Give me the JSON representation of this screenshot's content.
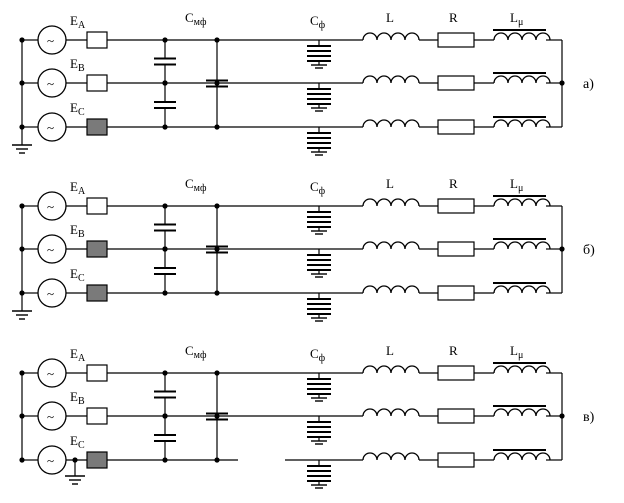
{
  "diagrams": [
    {
      "label": "а)",
      "sources": [
        {
          "base": "E",
          "sub": "A",
          "switch": "open"
        },
        {
          "base": "E",
          "sub": "B",
          "switch": "open"
        },
        {
          "base": "E",
          "sub": "C",
          "switch": "closed"
        }
      ],
      "neutral": "grounded-bus",
      "broken_phase": null
    },
    {
      "label": "б)",
      "sources": [
        {
          "base": "E",
          "sub": "A",
          "switch": "open"
        },
        {
          "base": "E",
          "sub": "B",
          "switch": "closed"
        },
        {
          "base": "E",
          "sub": "C",
          "switch": "closed"
        }
      ],
      "neutral": "grounded-bus",
      "broken_phase": null
    },
    {
      "label": "в)",
      "sources": [
        {
          "base": "E",
          "sub": "A",
          "switch": "open"
        },
        {
          "base": "E",
          "sub": "B",
          "switch": "open"
        },
        {
          "base": "E",
          "sub": "C",
          "switch": "closed"
        }
      ],
      "neutral": "phase-c-grounded",
      "broken_phase": "C"
    }
  ],
  "components": {
    "cmf": {
      "base": "C",
      "sub": "мф"
    },
    "cf": {
      "base": "C",
      "sub": "ф"
    },
    "l": {
      "base": "L",
      "sub": ""
    },
    "r": {
      "base": "R",
      "sub": ""
    },
    "lmu": {
      "base": "L",
      "sub": "μ"
    }
  },
  "source_symbol": "~",
  "colors": {
    "line": "#000000",
    "closed_switch": "#7a7a7a",
    "open_switch": "#ffffff"
  }
}
